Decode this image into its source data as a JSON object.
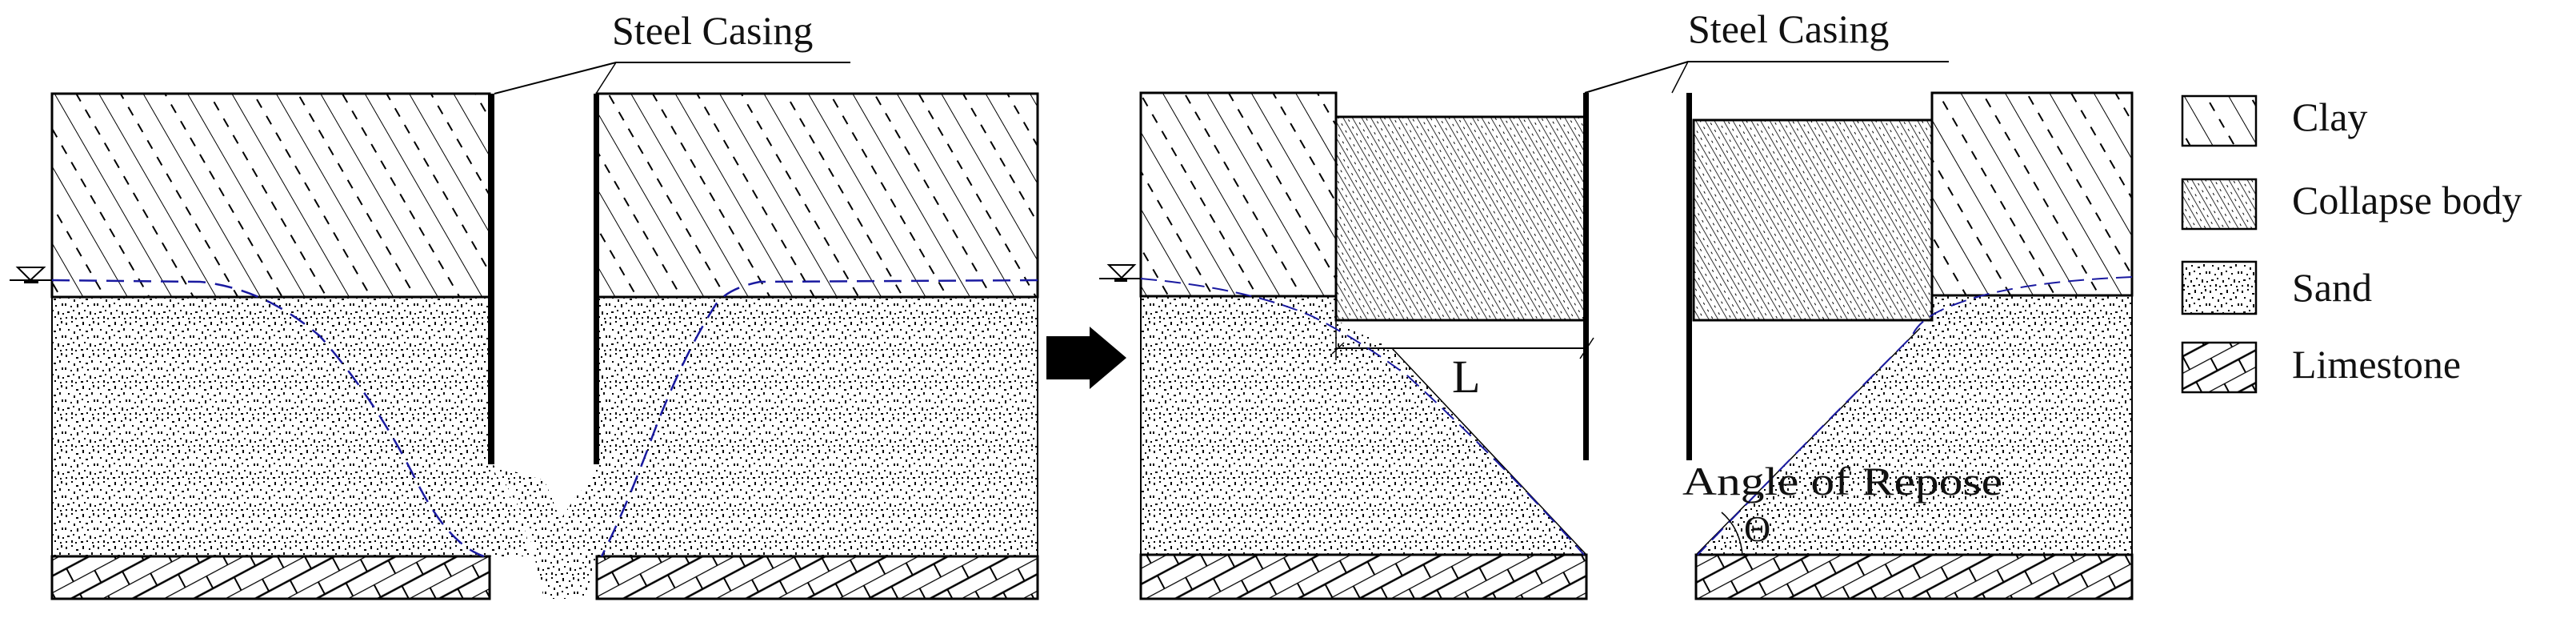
{
  "figure": {
    "panels": [
      {
        "id": "before",
        "callout": "Steel Casing",
        "description": "Sand flows into casing gap beneath clay layer"
      },
      {
        "id": "after",
        "callout": "Steel Casing",
        "dimension_label": "L",
        "angle_label": "Angle of Repose",
        "angle_symbol": "Θ",
        "description": "Collapse body forms; sand settles at angle of repose"
      }
    ],
    "transition_arrow": "right-arrow"
  },
  "legend": {
    "items": [
      {
        "key": "clay",
        "label": "Clay",
        "pattern": "sparse-dashed-diagonal"
      },
      {
        "key": "collapse",
        "label": "Collapse body",
        "pattern": "dense-diagonal"
      },
      {
        "key": "sand",
        "label": "Sand",
        "pattern": "stipple"
      },
      {
        "key": "limestone",
        "label": "Limestone",
        "pattern": "brick-diagonal"
      }
    ]
  },
  "colors": {
    "line": "#000000",
    "water_table": "#1a1aa0",
    "background": "#ffffff"
  }
}
